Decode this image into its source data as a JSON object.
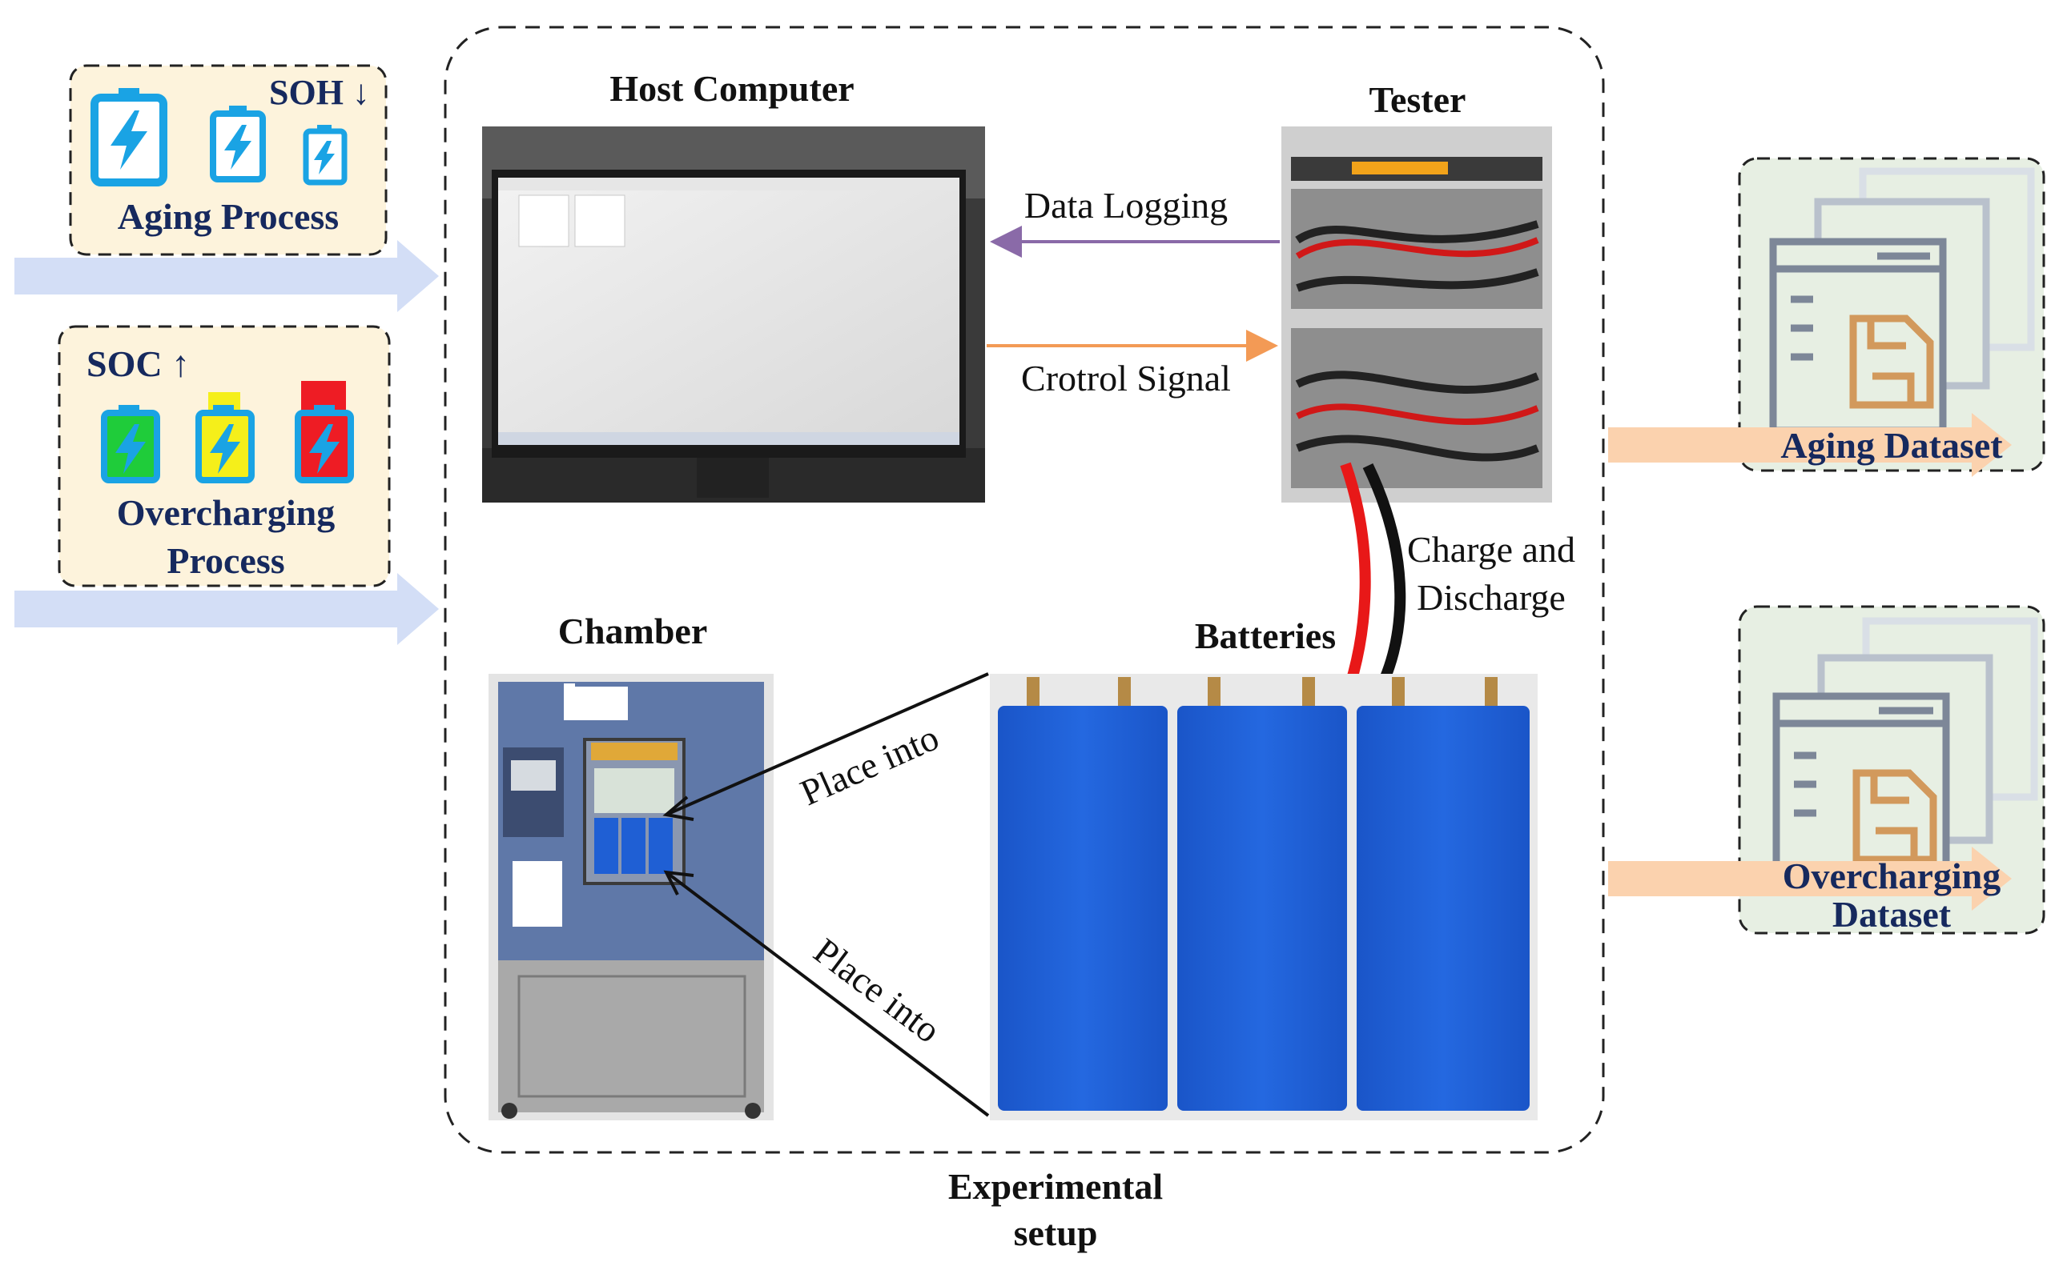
{
  "left_panel": {
    "aging": {
      "soh_label": "SOH ↓",
      "title": "Aging Process"
    },
    "overcharging": {
      "soc_label": "SOC ↑",
      "title_line1": "Overcharging",
      "title_line2": "Process"
    }
  },
  "setup": {
    "host_computer_label": "Host Computer",
    "tester_label": "Tester",
    "chamber_label": "Chamber",
    "batteries_label": "Batteries",
    "data_logging_label": "Data Logging",
    "control_signal_label": "Crotrol Signal",
    "charge_discharge_line1": "Charge and",
    "charge_discharge_line2": "Discharge",
    "place_into_upper": "Place into",
    "place_into_lower": "Place into",
    "caption_line1": "Experimental",
    "caption_line2": "setup"
  },
  "outputs": {
    "aging_dataset": "Aging Dataset",
    "overcharging_dataset_line1": "Overcharging",
    "overcharging_dataset_line2": "Dataset"
  },
  "colors": {
    "navy_text": "#16295e",
    "input_arrow": "#d3def6",
    "output_arrow": "#fbd2ae",
    "panel_fill": "#fdf3dc",
    "dataset_fill": "#e7efe3",
    "data_logging_arrow": "#8a6aa8",
    "control_signal_arrow": "#f39a55",
    "battery_blue": "#1f5fd4",
    "battery_icon_blue": "#1aa3e4"
  }
}
